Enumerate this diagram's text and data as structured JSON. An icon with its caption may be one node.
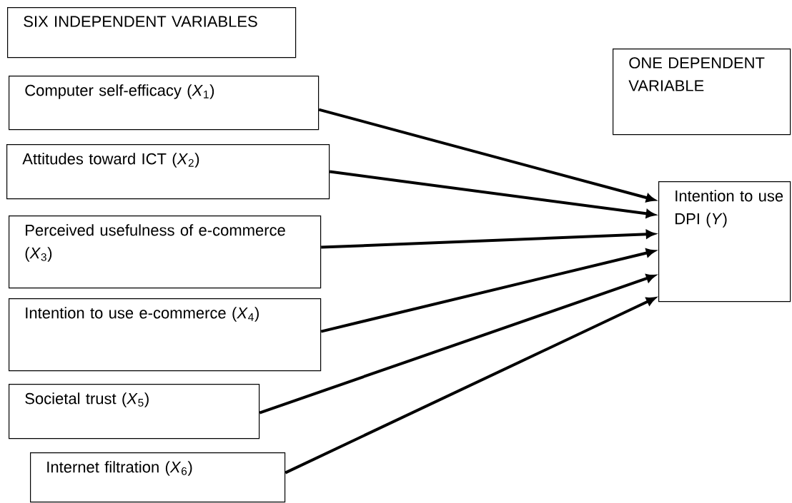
{
  "diagram": {
    "nodes": [
      {
        "text": [
          "SIX INDEPENDENT VARIABLES"
        ]
      },
      {
        "text": [
          "Computer self-efficacy (*X*$_{1}$)"
        ]
      },
      {
        "text": [
          "Attitudes toward ICT (*X*$_{2}$)"
        ]
      },
      {
        "text": [
          "Perceived usefulness of e-commerce (*X*$_{3}$)"
        ]
      },
      {
        "text": [
          "Intention to use e-commerce (*X*$_{4}$)"
        ]
      },
      {
        "text": [
          "Societal trust (*X*$_{5}$)"
        ]
      },
      {
        "text": [
          "Internet filtration (*X*$_{6}$)"
        ]
      },
      {
        "text": [
          "ONE DEPENDENT VARIABLE"
        ]
      },
      {
        "text": [
          "Intention to use DPI (*Y*)"
        ]
      }
    ],
    "edges": [
      {
        "from": 1,
        "to": 8,
        "arrow": "to"
      },
      {
        "from": 2,
        "to": 8,
        "arrow": "to"
      },
      {
        "from": 3,
        "to": 8,
        "arrow": "to"
      },
      {
        "from": 4,
        "to": 8,
        "arrow": "to"
      },
      {
        "from": 5,
        "to": 8,
        "arrow": "to"
      },
      {
        "from": 6,
        "to": 8,
        "arrow": "to"
      }
    ]
  }
}
